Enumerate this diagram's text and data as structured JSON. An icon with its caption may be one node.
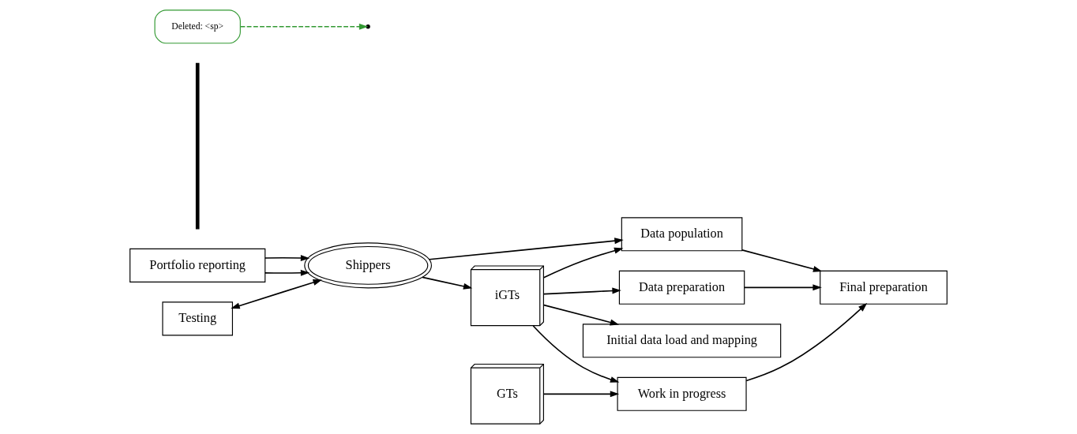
{
  "diagram": {
    "nodes": [
      {
        "text": [
          "iGTs"
        ]
      },
      {
        "text": [
          "Initial data load and mapping"
        ]
      },
      {
        "text": [
          "Data preparation"
        ]
      },
      {
        "text": [
          "Data population"
        ]
      },
      {
        "text": [
          "Work in progress"
        ]
      },
      {
        "text": [
          "Final preparation"
        ]
      },
      {
        "text": [
          "Portfolio reporting"
        ]
      },
      {
        "text": [
          "Testing"
        ]
      },
      {
        "text": [],
        "shape": "bar"
      },
      {
        "text": [
          "GTs"
        ]
      },
      {
        "text": [
          "Shippers"
        ]
      },
      {
        "text": [
          "Deleted: <sp>"
        ]
      }
    ],
    "edges": [
      {
        "from": 10,
        "to": 0,
        "arrow": "to"
      },
      {
        "from": 0,
        "to": 1,
        "arrow": "to"
      },
      {
        "from": 0,
        "to": 2,
        "arrow": "to"
      },
      {
        "from": 0,
        "to": 3,
        "arrow": "to"
      },
      {
        "from": 0,
        "to": 4,
        "arrow": "to"
      },
      {
        "from": 10,
        "to": 3,
        "arrow": "to"
      },
      {
        "from": 9,
        "to": 4,
        "arrow": "to"
      },
      {
        "from": 2,
        "to": 5,
        "arrow": "to"
      },
      {
        "from": 3,
        "to": 5,
        "arrow": "to"
      },
      {
        "from": 4,
        "to": 5,
        "arrow": "to"
      },
      {
        "from": 6,
        "to": 10,
        "arrow": "to"
      },
      {
        "from": 7,
        "to": 10,
        "arrow": "both"
      },
      {
        "from": 6,
        "to": 10,
        "arrow": "to"
      },
      {
        "from": 11,
        "to": null,
        "arrow": "to",
        "style": "dashed",
        "color": "#339933"
      }
    ]
  }
}
